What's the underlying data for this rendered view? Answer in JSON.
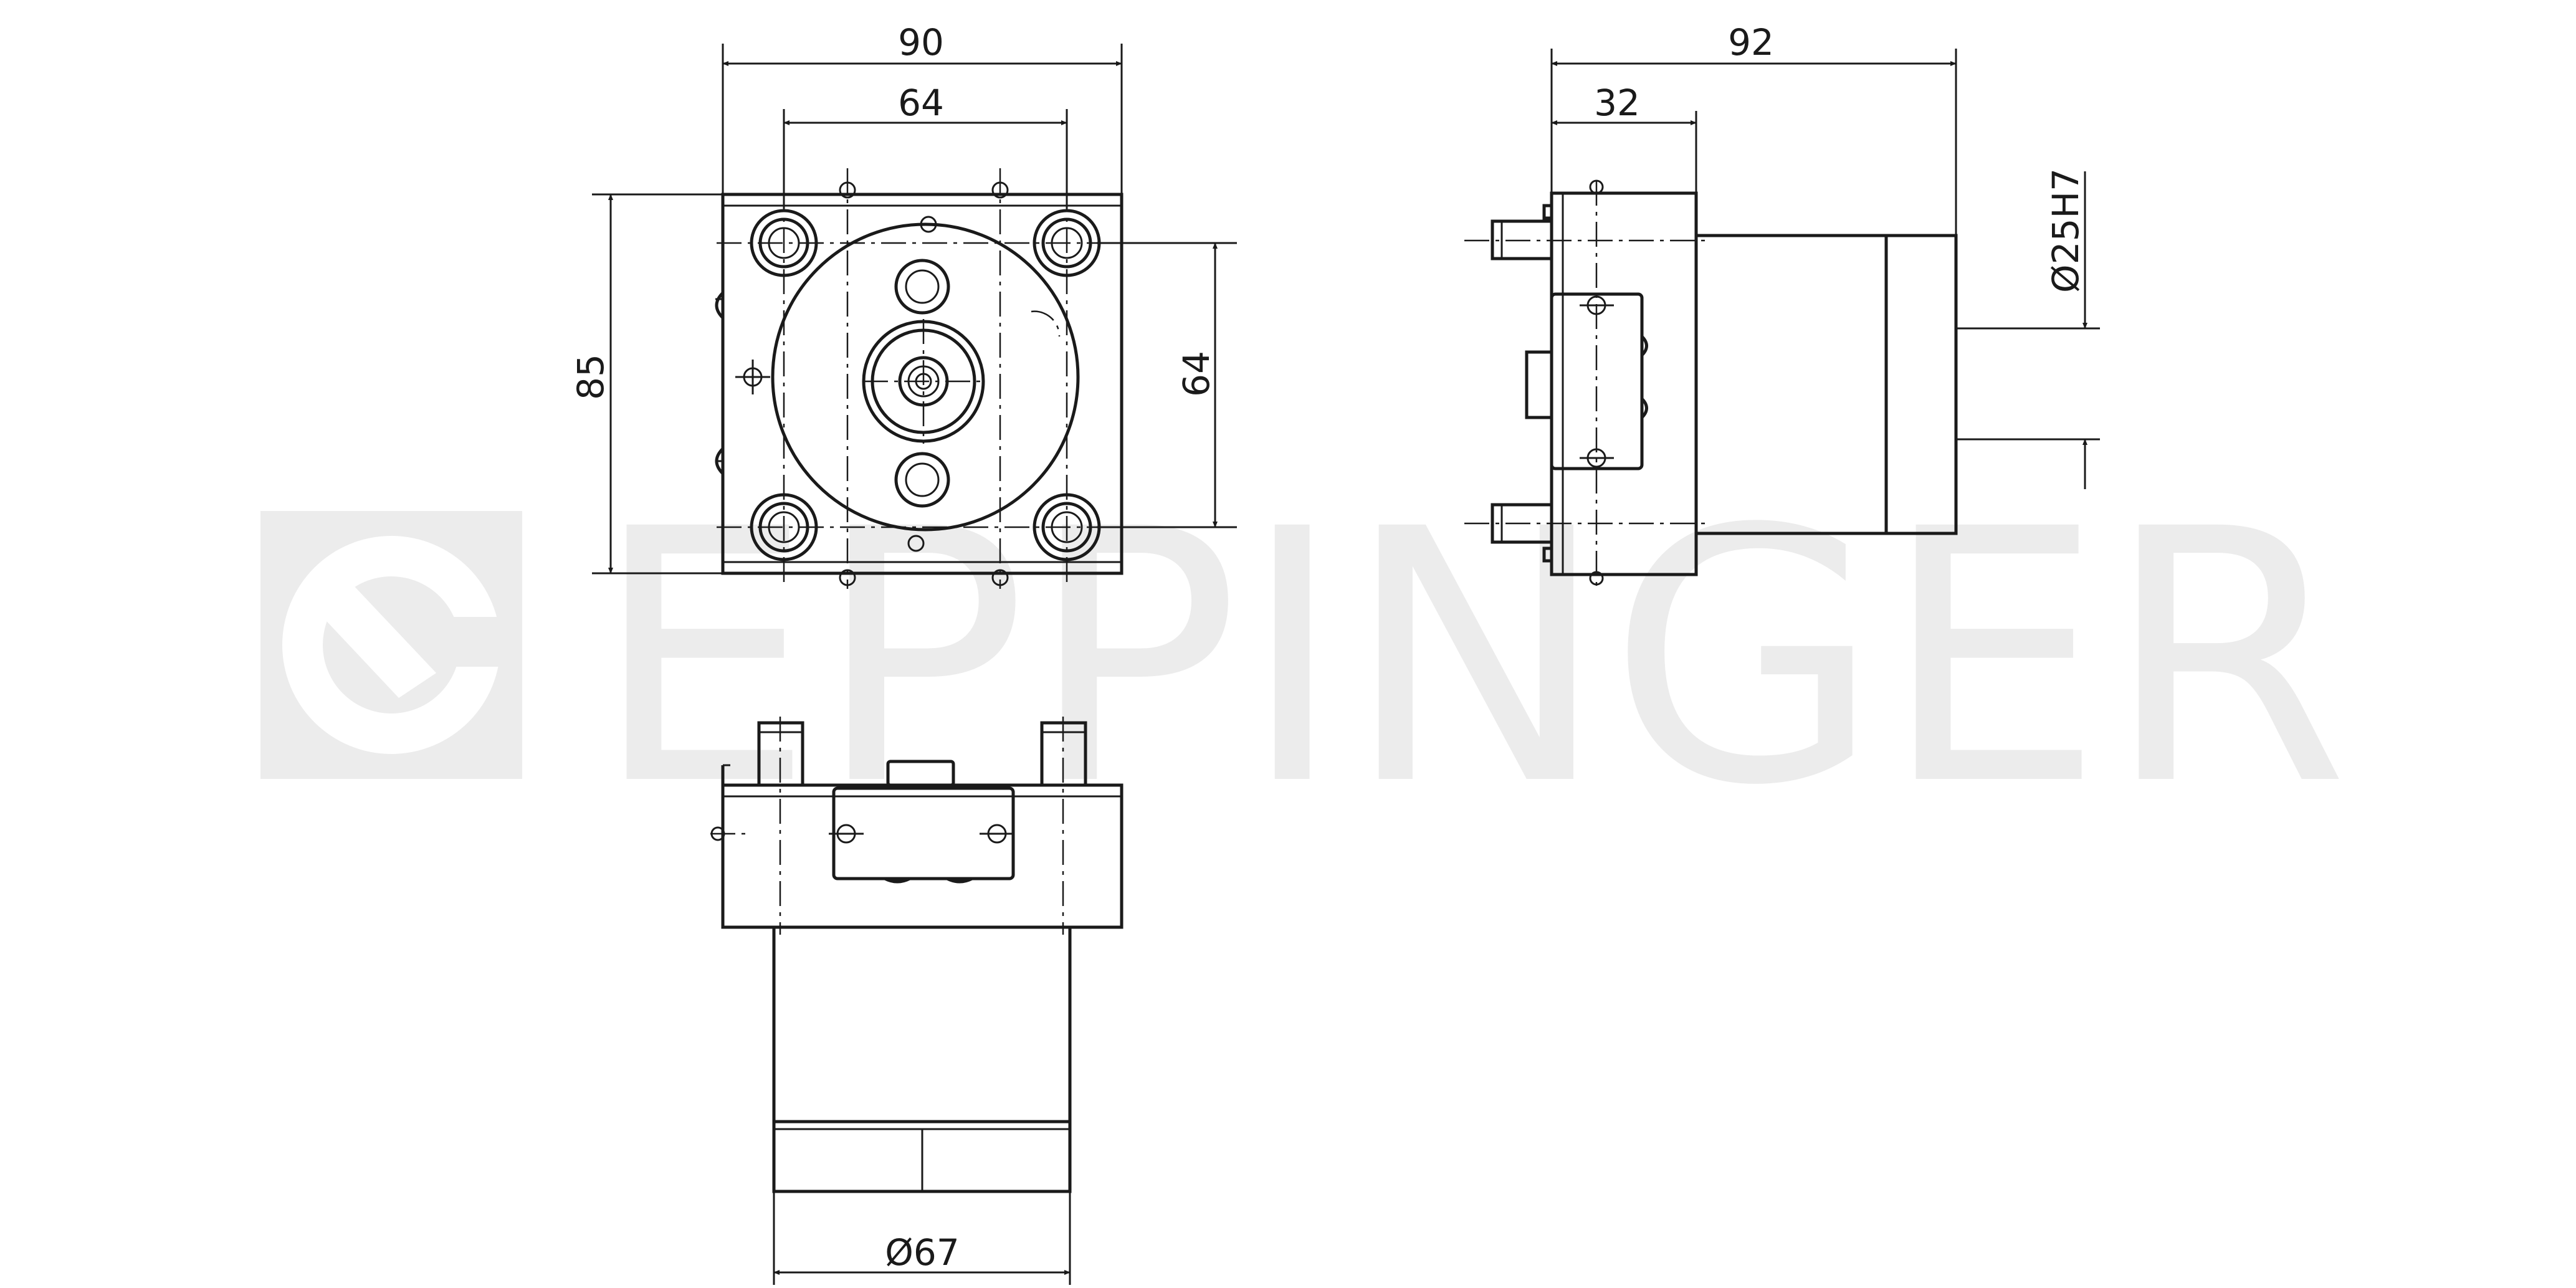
{
  "watermark": {
    "text": "EPPINGER",
    "color": "#ececec"
  },
  "dimensions": {
    "front_width": "90",
    "front_bolt_spacing_h": "64",
    "front_height": "85",
    "front_bolt_spacing_v": "64",
    "side_length": "92",
    "side_flange": "32",
    "side_bore": "Ø25H7",
    "bottom_diameter": "Ø67"
  },
  "colors": {
    "line": "#1a1a1a",
    "background": "#ffffff"
  }
}
